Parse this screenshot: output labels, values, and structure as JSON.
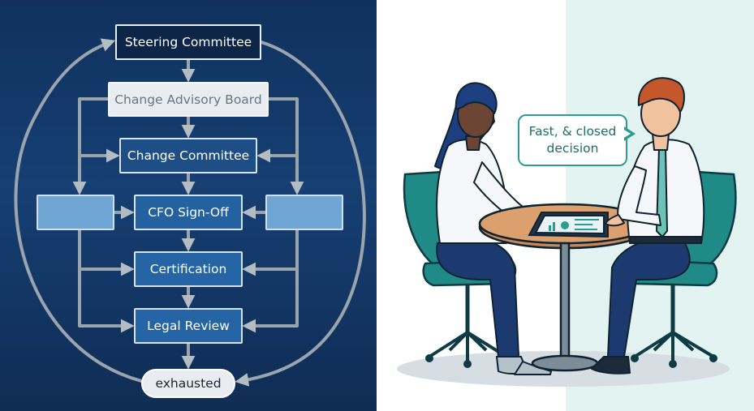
{
  "flowchart": {
    "nodes": {
      "steering_committee": "Steering Committee",
      "change_advisory_board": "Change Advisory Board",
      "change_committee": "Change Committee",
      "cfo_sign_off": "CFO Sign-Off",
      "certification": "Certification",
      "legal_review": "Legal Review",
      "exhausted": "exhausted"
    },
    "colors": {
      "background": "#163f73",
      "node_dark": "#0d2648",
      "node_blue": "#2564a5",
      "node_light": "#e9edf1",
      "side_box": "#6fa6d3",
      "arrow": "#9aa4ad"
    }
  },
  "illustration": {
    "speech_bubble": "Fast, & closed\ndecision",
    "colors": {
      "accent_teal": "#2a9d8f",
      "chair": "#1f8a86",
      "background_tint": "#e2f3f1"
    }
  }
}
